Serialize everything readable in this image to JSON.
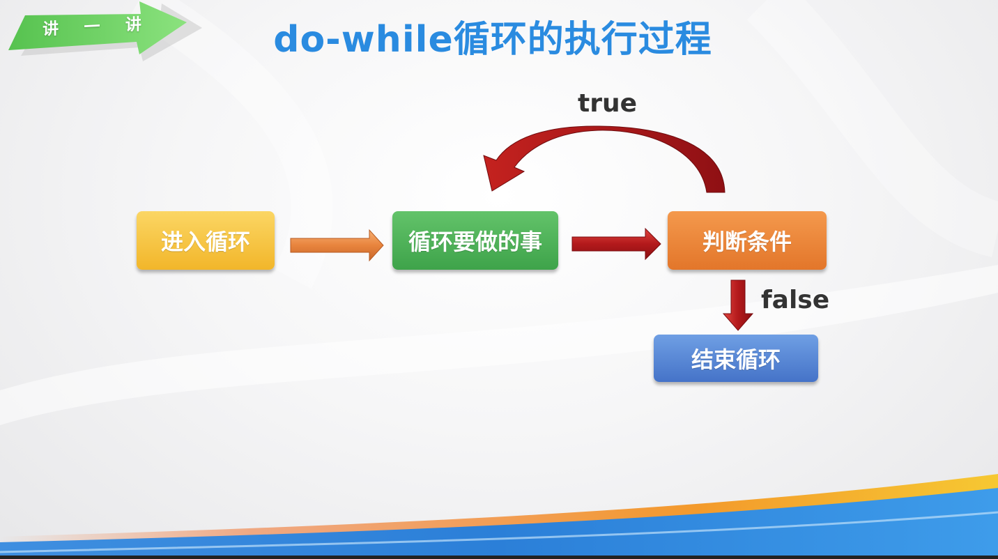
{
  "badge": {
    "char1": "讲",
    "char2": "一",
    "char3": "讲"
  },
  "title": "do-while循环的执行过程",
  "nodes": {
    "enter": "进入循环",
    "body": "循环要做的事",
    "condition": "判断条件",
    "end": "结束循环"
  },
  "edges": {
    "true_label": "true",
    "false_label": "false"
  },
  "colors": {
    "title": "#2a8be0",
    "enter": "#f2b62a",
    "body": "#3ea34a",
    "condition": "#e3762a",
    "end": "#4573c8",
    "arrow_red": "#b3191b",
    "arrow_orange": "#e8843d",
    "badge_green": "#5fcf5a"
  }
}
